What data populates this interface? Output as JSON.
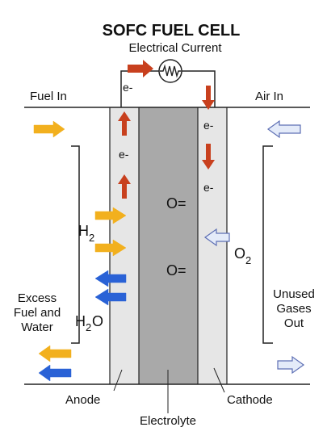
{
  "title": "SOFC FUEL CELL",
  "current_label": "Electrical Current",
  "labels": {
    "fuel_in": "Fuel In",
    "air_in": "Air In",
    "h2_main": "H",
    "h2_sub": "2",
    "o2_main": "O",
    "o2_sub": "2",
    "h2o_h": "H",
    "h2o_sub": "2",
    "h2o_o": "O",
    "o_ion_1": "O=",
    "o_ion_2": "O=",
    "electron": "e-",
    "excess_line1": "Excess",
    "excess_line2": "Fuel and",
    "excess_line3": "Water",
    "unused_line1": "Unused",
    "unused_line2": "Gases",
    "unused_line3": "Out",
    "anode": "Anode",
    "electrolyte": "Electrolyte",
    "cathode": "Cathode"
  },
  "colors": {
    "electrode": "#e6e6e6",
    "electrolyte": "#a9a9a9",
    "electron_arrow": "#c8401e",
    "fuel_arrow": "#f2b01e",
    "water_arrow": "#2a62d6",
    "air_arrow": "#e4ebf9",
    "air_arrow_stroke": "#5d6fb4",
    "line": "#222222"
  },
  "icons": {
    "resistor": "resistor-icon"
  }
}
